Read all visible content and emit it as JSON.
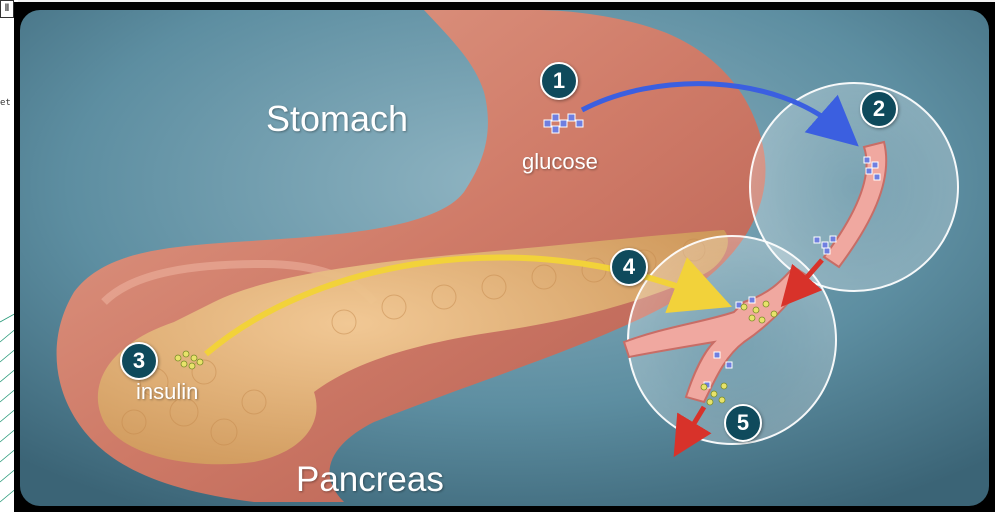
{
  "labels": {
    "stomach": "Stomach",
    "pancreas": "Pancreas",
    "glucose": "glucose",
    "insulin": "insulin"
  },
  "steps": [
    "1",
    "2",
    "3",
    "4",
    "5"
  ],
  "left_strip": {
    "fragment_text": "et"
  },
  "colors": {
    "background": "#4f8196",
    "stomach": "#d9826f",
    "pancreas": "#e3b57e",
    "vessel": "#f0a8a0",
    "badge": "#0f4a5c",
    "glucose_dots": "#6f7fe0",
    "insulin_dots": "#e8e36a",
    "arrow_blue": "#3b5fe0",
    "arrow_yellow": "#f2d23a",
    "arrow_red": "#d8322a"
  },
  "icons": [
    "stomach-illustration",
    "pancreas-illustration",
    "blood-vessel-icon",
    "glucose-molecules-icon",
    "insulin-molecules-icon"
  ]
}
